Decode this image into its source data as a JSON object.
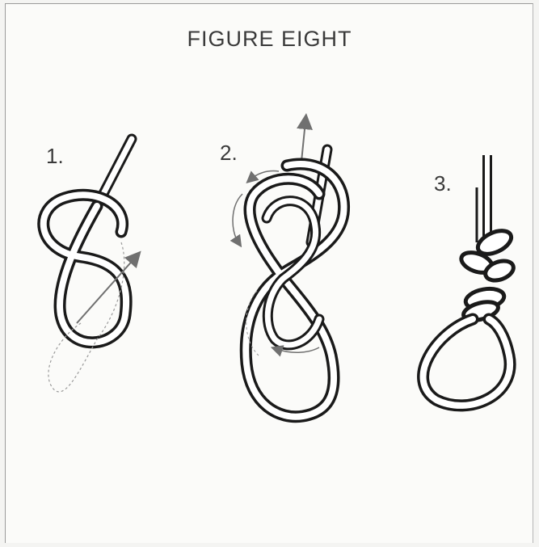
{
  "title": "FIGURE EIGHT",
  "steps": [
    {
      "label": "1."
    },
    {
      "label": "2."
    },
    {
      "label": "3."
    }
  ],
  "colors": {
    "rope": "#1a1a1a",
    "rope_fill": "#ffffff",
    "arrow": "#707070",
    "guide": "#9a9a9a"
  }
}
